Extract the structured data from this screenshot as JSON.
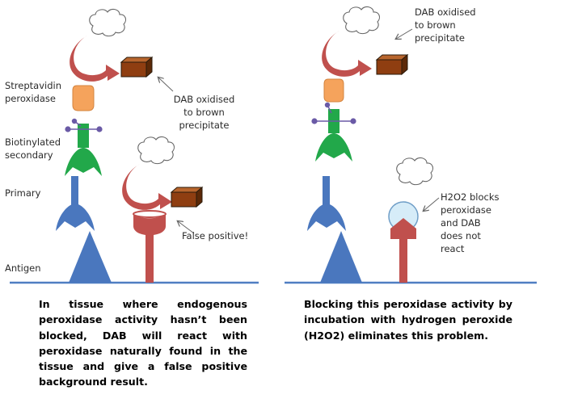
{
  "colors": {
    "baseline": "#4f7ec2",
    "antigen": "#4a77be",
    "primary": "#4a77be",
    "secondary": "#22a84a",
    "biotin": "#6a5aa6",
    "streptavidin": "#f5a35c",
    "arrow": "#c0504d",
    "dab_box": "#8f3e11",
    "endogenous": "#c0504d",
    "h2o2": "#d6ecf8"
  },
  "icons": {
    "cloud": "cloud-icon",
    "arrow": "curved-arrow-icon",
    "precipitate": "brown-precipitate-box-icon"
  },
  "left_panel": {
    "labels": {
      "streptavidin": "Streptavidin\nperoxidase",
      "biotinylated": "Biotinylated\nsecondary",
      "primary": "Primary",
      "antigen": "Antigen",
      "dab_oxidised": "DAB oxidised\nto brown\nprecipitate",
      "false_positive": "False positive!"
    },
    "caption": "In tissue where endogenous peroxidase activity hasn’t been blocked, DAB will react with peroxidase naturally found in the tissue and give a false positive background result."
  },
  "right_panel": {
    "labels": {
      "dab_oxidised": "DAB oxidised\nto brown\nprecipitate",
      "h2o2_blocks": "H2O2 blocks\nperoxidase\nand DAB\ndoes not\nreact"
    },
    "caption": "Blocking this peroxidase activity by incubation with hydrogen peroxide (H2O2) eliminates this problem."
  }
}
